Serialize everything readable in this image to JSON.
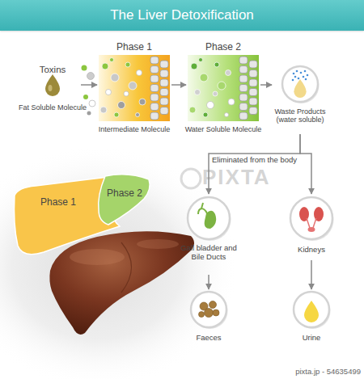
{
  "diagram": {
    "title": "The Liver Detoxification",
    "nodes": [
      {
        "text": [
          "Toxins",
          "Fat Soluble Molecule"
        ]
      },
      {
        "text": [
          "Phase 1",
          "Intermediate Molecule"
        ]
      },
      {
        "text": [
          "Phase 2",
          "Water Soluble Molecule"
        ]
      },
      {
        "text": [
          "Waste Products (water soluble)"
        ]
      },
      {
        "text": [
          "Gall bladder and Bile Ducts"
        ]
      },
      {
        "text": [
          "Kidneys"
        ]
      },
      {
        "text": [
          "Faeces"
        ]
      },
      {
        "text": [
          "Urine"
        ]
      },
      {
        "text": [
          "Phase 1"
        ]
      },
      {
        "text": [
          "Phase 2"
        ]
      }
    ],
    "edges": [
      {
        "from": 0,
        "to": 1,
        "arrow": "to"
      },
      {
        "from": 1,
        "to": 2,
        "arrow": "to"
      },
      {
        "from": 2,
        "to": 3,
        "arrow": "to"
      },
      {
        "from": 3,
        "to": 4,
        "label": "Eliminated from the body",
        "arrow": "to"
      },
      {
        "from": 3,
        "to": 5,
        "arrow": "to"
      },
      {
        "from": 4,
        "to": 6,
        "arrow": "to"
      },
      {
        "from": 5,
        "to": 7,
        "arrow": "to"
      }
    ],
    "labels": [
      "PIXTA",
      "pixta.jp - 54635499"
    ]
  }
}
